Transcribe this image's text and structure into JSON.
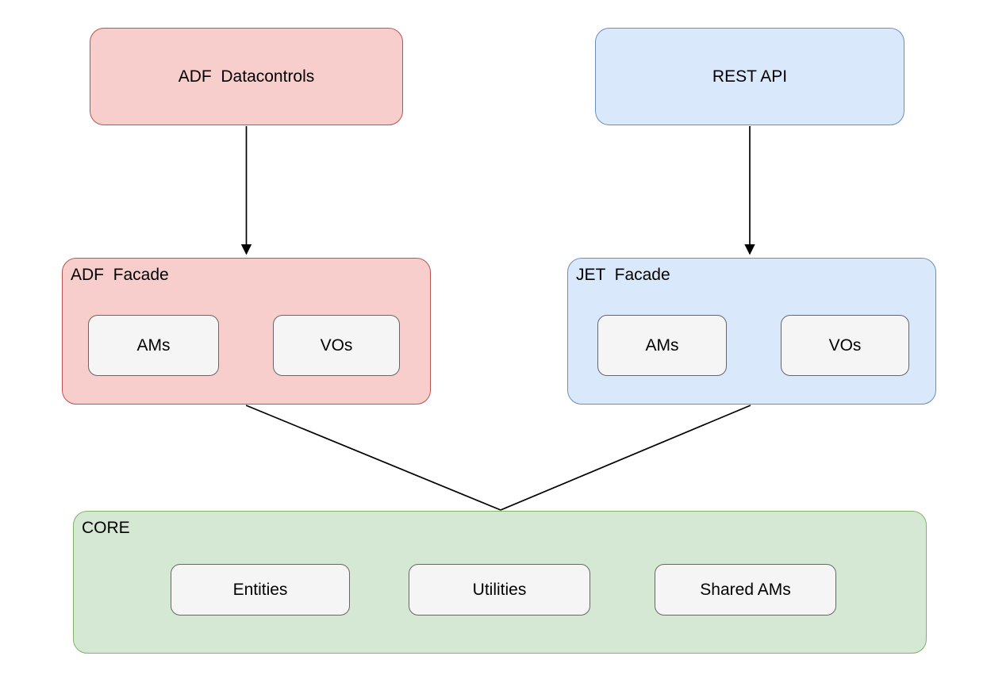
{
  "diagram": {
    "type": "architecture-diagram",
    "nodes": {
      "adf_datacontrols": {
        "label": "ADF  Datacontrols"
      },
      "rest_api": {
        "label": "REST API"
      },
      "adf_facade": {
        "label": "ADF  Facade",
        "children": {
          "ams": "AMs",
          "vos": "VOs"
        }
      },
      "jet_facade": {
        "label": "JET  Facade",
        "children": {
          "ams": "AMs",
          "vos": "VOs"
        }
      },
      "core": {
        "label": "CORE",
        "children": {
          "entities": "Entities",
          "utilities": "Utilities",
          "shared_ams": "Shared AMs"
        }
      }
    },
    "edges": [
      {
        "from": "ADF Datacontrols",
        "to": "ADF Facade",
        "style": "arrow"
      },
      {
        "from": "REST API",
        "to": "JET Facade",
        "style": "arrow"
      },
      {
        "from": "ADF Facade",
        "to": "CORE",
        "style": "line"
      },
      {
        "from": "JET Facade",
        "to": "CORE",
        "style": "line"
      }
    ],
    "colors": {
      "pink_fill": "#f8cecc",
      "pink_stroke": "#b85450",
      "blue_fill": "#dae8fc",
      "blue_stroke": "#6c8ebf",
      "green_fill": "#d5e8d4",
      "green_stroke": "#82b366",
      "subnode_fill": "#f5f5f5",
      "subnode_stroke": "#666666",
      "edge": "#000000",
      "background": "#ffffff",
      "text": "#000000"
    }
  }
}
